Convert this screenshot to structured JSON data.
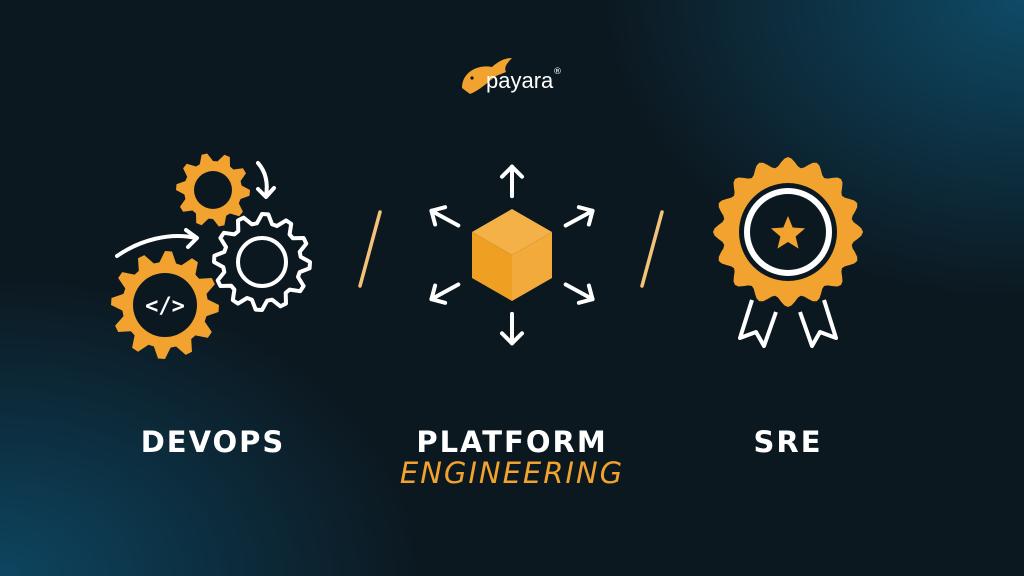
{
  "logo": {
    "text": "payara",
    "mark": "®"
  },
  "colors": {
    "accent": "#f2a22e",
    "text": "#ffffff",
    "background": "#0c1820"
  },
  "sections": [
    {
      "title": "DEVOPS",
      "icon": "gears-icon"
    },
    {
      "title": "PLATFORM",
      "subtitle": "ENGINEERING",
      "icon": "cube-arrows-icon"
    },
    {
      "title": "SRE",
      "icon": "award-badge-icon"
    }
  ],
  "code_glyph": "</>"
}
